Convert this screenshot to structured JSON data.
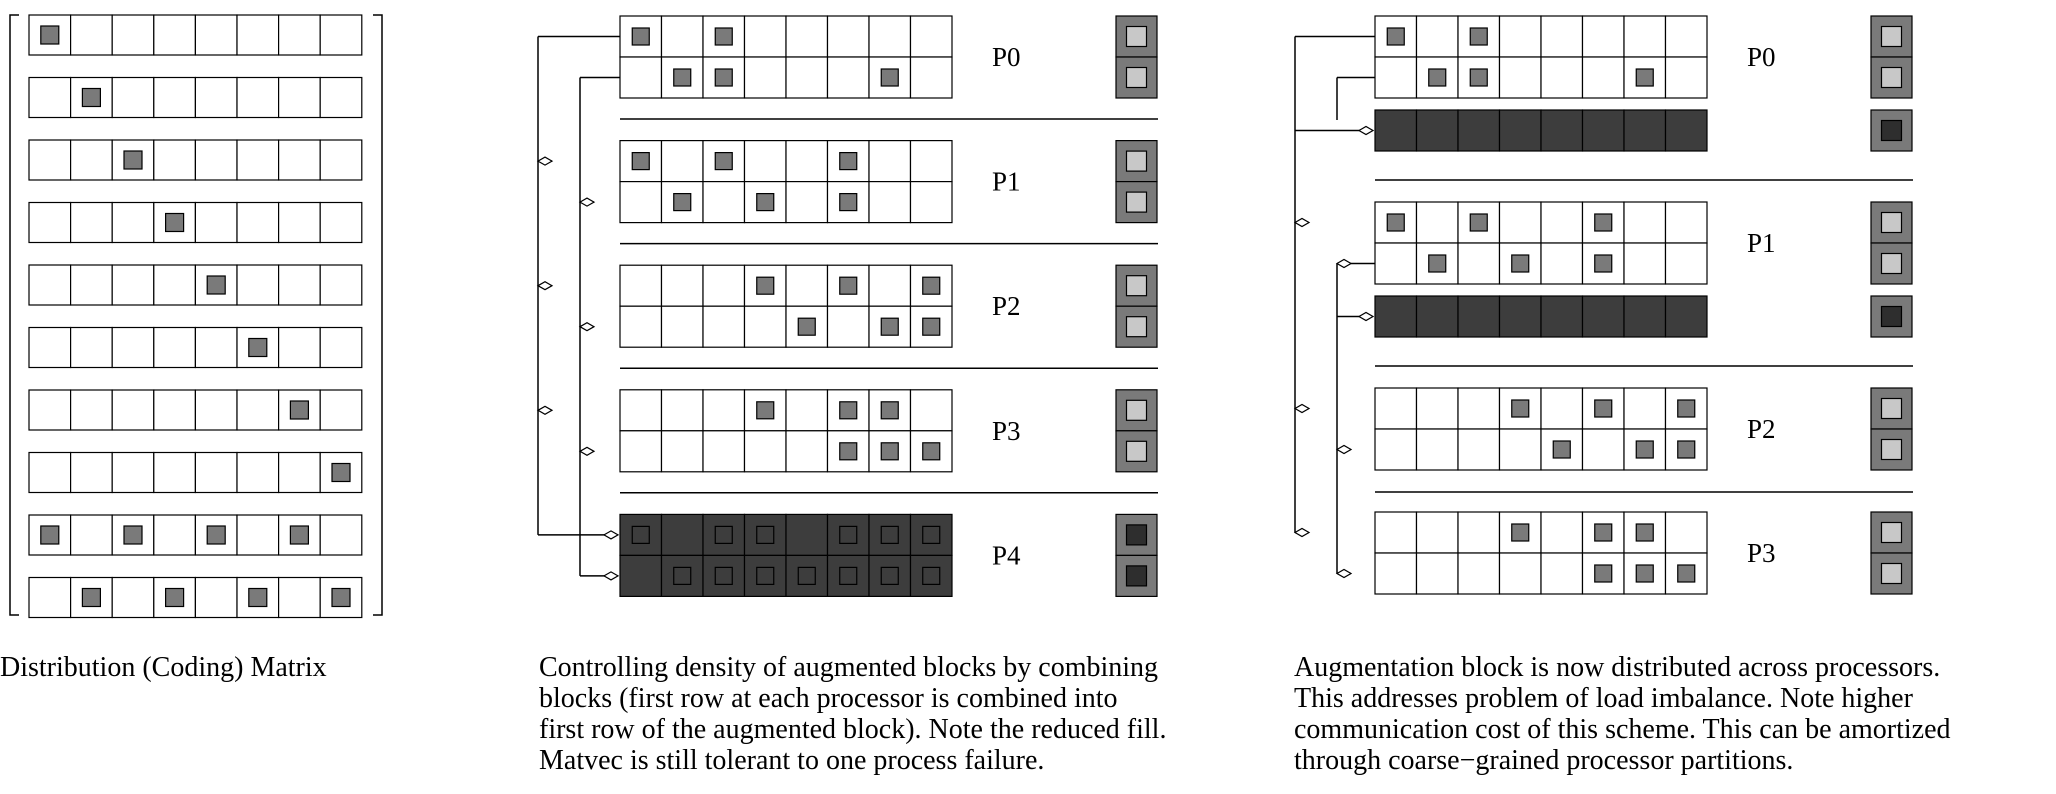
{
  "colors": {
    "cell_fill": "#ffffff",
    "dark_fill": "#3d3d3d",
    "mark_fill": "#7a7a7a",
    "mark_light": "#c8c8c8",
    "mark_dark": "#2e2e2e",
    "line": "#000000"
  },
  "matrix": {
    "columns": 8,
    "rows": [
      [
        0
      ],
      [
        1
      ],
      [
        2
      ],
      [
        3
      ],
      [
        4
      ],
      [
        5
      ],
      [
        6
      ],
      [
        7
      ],
      [
        0,
        2,
        4,
        6
      ],
      [
        1,
        3,
        5,
        7
      ]
    ]
  },
  "middle": {
    "columns": 8,
    "blocks": [
      {
        "label": "P0",
        "rows": [
          [
            0,
            2
          ],
          [
            1,
            2,
            6
          ]
        ],
        "dark": false
      },
      {
        "label": "P1",
        "rows": [
          [
            0,
            2,
            5
          ],
          [
            1,
            3,
            5
          ]
        ],
        "dark": false
      },
      {
        "label": "P2",
        "rows": [
          [
            3,
            5,
            7
          ],
          [
            4,
            6,
            7
          ]
        ],
        "dark": false
      },
      {
        "label": "P3",
        "rows": [
          [
            3,
            5,
            6
          ],
          [
            5,
            6,
            7
          ]
        ],
        "dark": false
      },
      {
        "label": "P4",
        "rows": [
          [
            0,
            2,
            3,
            5,
            6,
            7
          ],
          [
            1,
            2,
            3,
            4,
            5,
            6,
            7
          ]
        ],
        "dark": true
      }
    ]
  },
  "right": {
    "columns": 8,
    "blocks": [
      {
        "label": "P0",
        "rows": [
          [
            0,
            2
          ],
          [
            1,
            2,
            6
          ]
        ],
        "has_aug": true
      },
      {
        "label": "P1",
        "rows": [
          [
            0,
            2,
            5
          ],
          [
            1,
            3,
            5
          ]
        ],
        "has_aug": true
      },
      {
        "label": "P2",
        "rows": [
          [
            3,
            5,
            7
          ],
          [
            4,
            6,
            7
          ]
        ],
        "has_aug": false
      },
      {
        "label": "P3",
        "rows": [
          [
            3,
            5,
            6
          ],
          [
            5,
            6,
            7
          ]
        ],
        "has_aug": false
      }
    ]
  },
  "captions": {
    "left": [
      "Distribution (Coding) Matrix"
    ],
    "middle": [
      "Controlling density of augmented blocks by combining",
      "blocks (first row at each processor is combined into",
      "first row of the augmented block). Note the reduced fill.",
      "Matvec is still tolerant to one process failure."
    ],
    "right": [
      "Augmentation block is now distributed across processors.",
      "This addresses problem of load imbalance. Note higher",
      "communication cost of this scheme. This can be amortized",
      "through coarse−grained processor partitions."
    ]
  }
}
